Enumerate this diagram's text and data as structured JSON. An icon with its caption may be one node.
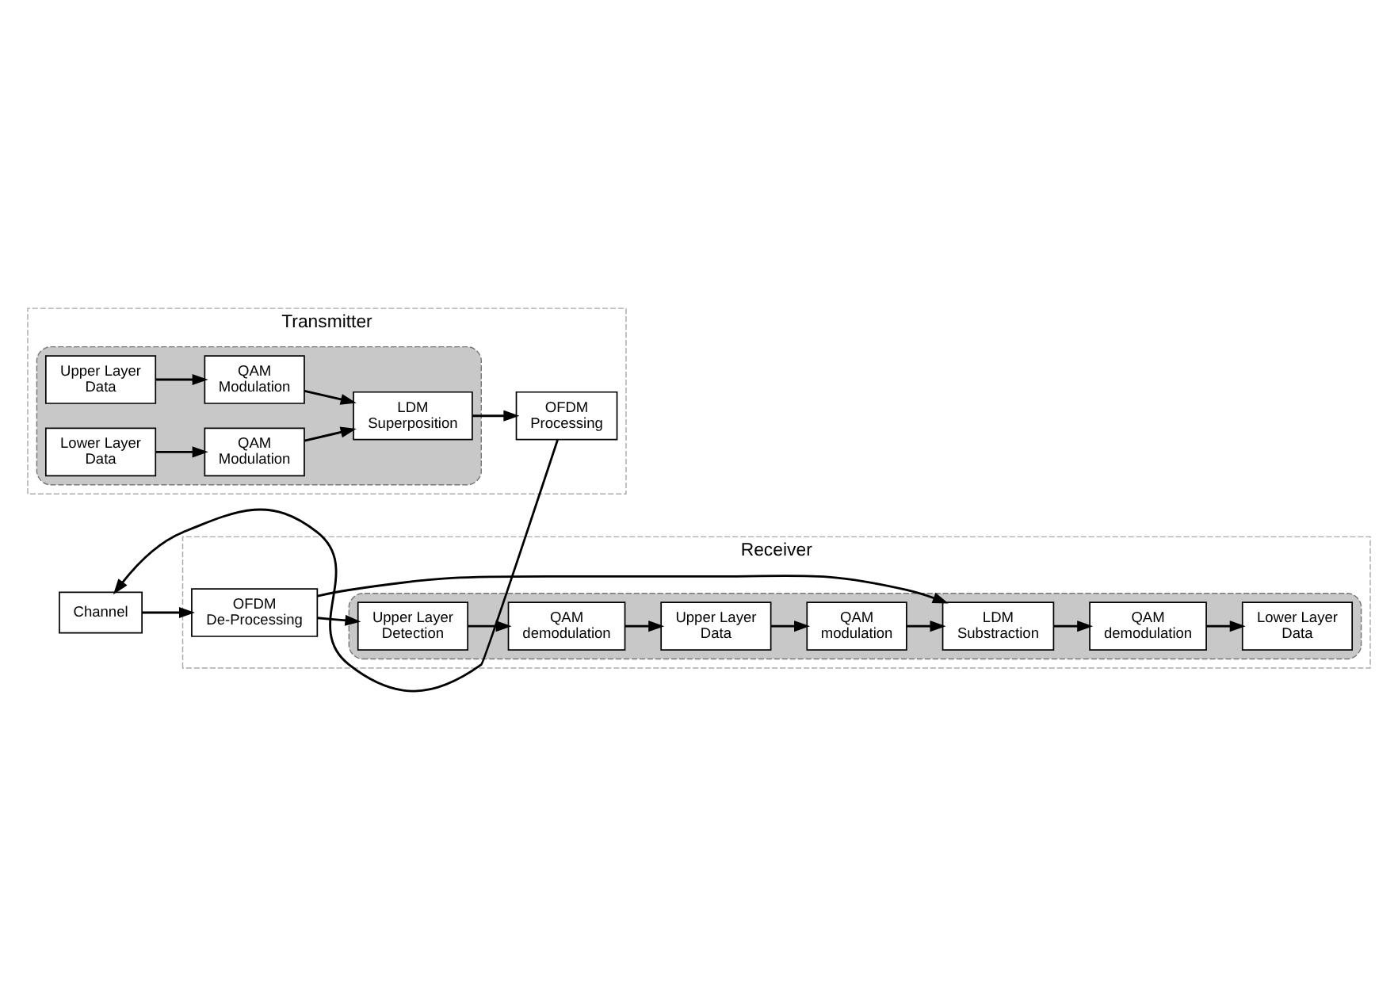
{
  "diagram": {
    "nodes": [
      {
        "text": [
          "Transmitter"
        ]
      },
      {
        "text": [],
        "shape": "box",
        "in": 0
      },
      {
        "text": [
          "Upper Layer Data"
        ],
        "in": 1
      },
      {
        "text": [
          "QAM Modulation"
        ],
        "in": 1
      },
      {
        "text": [
          "Lower Layer Data"
        ],
        "in": 1
      },
      {
        "text": [
          "QAM Modulation"
        ],
        "in": 1
      },
      {
        "text": [
          "LDM Superposition"
        ],
        "in": 1
      },
      {
        "text": [
          "OFDM Processing"
        ],
        "in": 0
      },
      {
        "text": [
          "Channel"
        ]
      },
      {
        "text": [
          "Receiver"
        ]
      },
      {
        "text": [],
        "shape": "box",
        "in": 9
      },
      {
        "text": [
          "Upper Layer Data"
        ],
        "in": 10
      },
      {
        "text": [
          "QAM demodulation"
        ],
        "in": 10
      },
      {
        "text": [
          "Upper Layer Detection"
        ],
        "in": 10
      },
      {
        "text": [
          "QAM modulation"
        ],
        "in": 10
      },
      {
        "text": [
          "LDM Substraction"
        ],
        "in": 10
      },
      {
        "text": [
          "Lower Layer Data"
        ],
        "in": 10
      },
      {
        "text": [
          "QAM demodulation"
        ],
        "in": 10
      },
      {
        "text": [
          "OFDM De-Processing"
        ],
        "in": 9
      }
    ],
    "edges": [
      {
        "from": 2,
        "to": 3,
        "arrow": "to"
      },
      {
        "from": 3,
        "to": 6,
        "arrow": "to"
      },
      {
        "from": 4,
        "to": 5,
        "arrow": "to"
      },
      {
        "from": 5,
        "to": 6,
        "arrow": "to"
      },
      {
        "from": 6,
        "to": 7,
        "arrow": "to"
      },
      {
        "from": 7,
        "to": 8,
        "arrow": "to"
      },
      {
        "from": 8,
        "to": 18,
        "arrow": "to"
      },
      {
        "from": 18,
        "to": 13,
        "arrow": "to"
      },
      {
        "from": 18,
        "to": 15,
        "arrow": "to"
      },
      {
        "from": 13,
        "to": 12,
        "arrow": "to"
      },
      {
        "from": 12,
        "to": 11,
        "arrow": "to"
      },
      {
        "from": 11,
        "to": 14,
        "arrow": "to"
      },
      {
        "from": 14,
        "to": 15,
        "arrow": "to"
      },
      {
        "from": 15,
        "to": 17,
        "arrow": "to"
      },
      {
        "from": 17,
        "to": 16,
        "arrow": "to"
      }
    ]
  }
}
